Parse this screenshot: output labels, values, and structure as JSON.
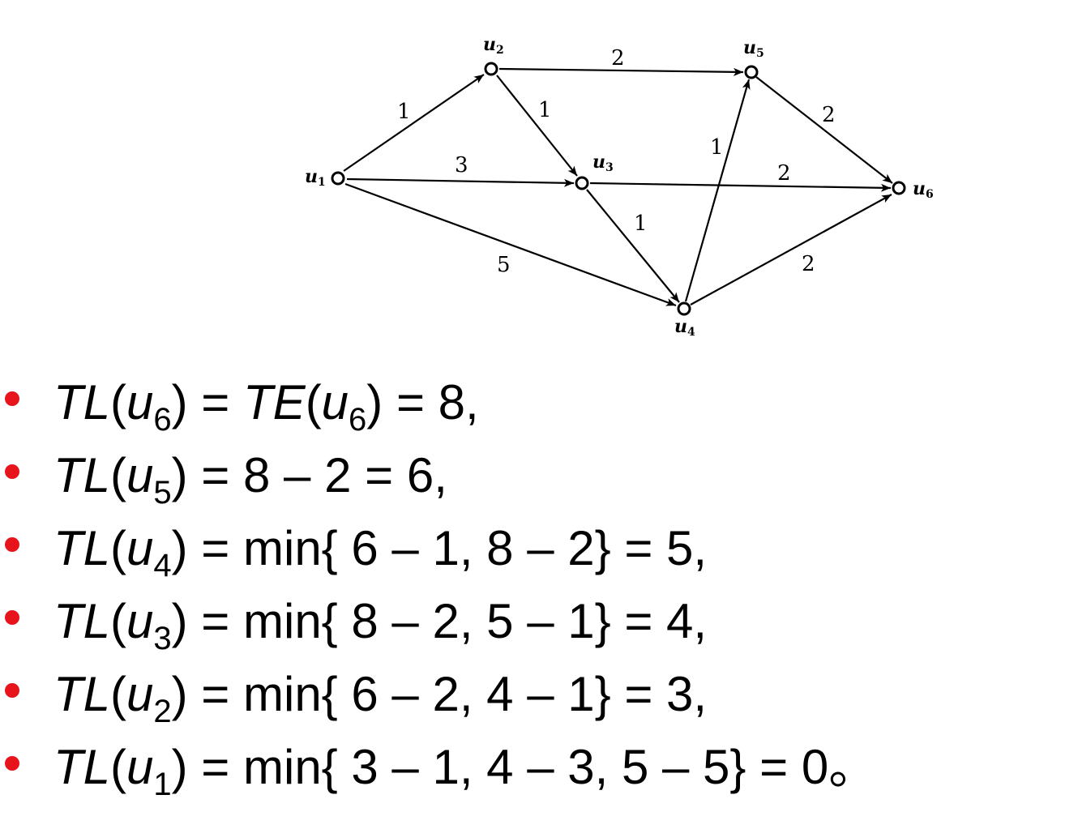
{
  "diagram": {
    "nodes": [
      {
        "id": "u1",
        "base": "u",
        "sub": "1"
      },
      {
        "id": "u2",
        "base": "u",
        "sub": "2"
      },
      {
        "id": "u3",
        "base": "u",
        "sub": "3"
      },
      {
        "id": "u4",
        "base": "u",
        "sub": "4"
      },
      {
        "id": "u5",
        "base": "u",
        "sub": "5"
      },
      {
        "id": "u6",
        "base": "u",
        "sub": "6"
      }
    ],
    "edges": [
      {
        "from": "u1",
        "to": "u2",
        "weight": "1"
      },
      {
        "from": "u1",
        "to": "u3",
        "weight": "3"
      },
      {
        "from": "u1",
        "to": "u4",
        "weight": "5"
      },
      {
        "from": "u2",
        "to": "u5",
        "weight": "2"
      },
      {
        "from": "u2",
        "to": "u3",
        "weight": "1"
      },
      {
        "from": "u3",
        "to": "u6",
        "weight": "2"
      },
      {
        "from": "u3",
        "to": "u4",
        "weight": "1"
      },
      {
        "from": "u4",
        "to": "u5",
        "weight": "1"
      },
      {
        "from": "u4",
        "to": "u6",
        "weight": "2"
      },
      {
        "from": "u5",
        "to": "u6",
        "weight": "2"
      }
    ]
  },
  "equations": [
    {
      "lhs_fn": "TL",
      "lhs_sub": "6",
      "eq1": " = ",
      "mid_fn": "TE",
      "mid_sub": "6",
      "rhs": " = 8",
      "end": ","
    },
    {
      "lhs_fn": "TL",
      "lhs_sub": "5",
      "rhs": " = 8 – 2 = 6",
      "end": ","
    },
    {
      "lhs_fn": "TL",
      "lhs_sub": "4",
      "rhs": " = min{ 6 – 1, 8 – 2} = 5",
      "end": ","
    },
    {
      "lhs_fn": "TL",
      "lhs_sub": "3",
      "rhs": " = min{ 8 – 2, 5 – 1} = 4",
      "end": ","
    },
    {
      "lhs_fn": "TL",
      "lhs_sub": "2",
      "rhs": " = min{ 6 – 2, 4 – 1} = 3",
      "end": ","
    },
    {
      "lhs_fn": "TL",
      "lhs_sub": "1",
      "rhs": " = min{ 3 –  1, 4 – 3, 5 – 5} = 0",
      "end": "。"
    }
  ],
  "colors": {
    "bullet": "#e8141b",
    "ink": "#000000"
  }
}
